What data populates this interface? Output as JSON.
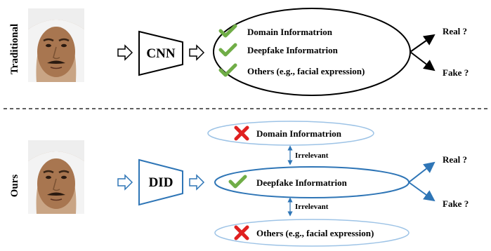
{
  "top": {
    "section_label": "Traditional",
    "network_label": "CNN",
    "items": [
      {
        "text": "Domain Informatrion",
        "mark": "check"
      },
      {
        "text": "Deepfake Informatrion",
        "mark": "check"
      },
      {
        "text": "Others (e.g., facial expression)",
        "mark": "check"
      }
    ],
    "outputs": {
      "real": "Real ?",
      "fake": "Fake ?"
    }
  },
  "bottom": {
    "section_label": "Ours",
    "network_label": "DID",
    "items": [
      {
        "text": "Domain Informatrion",
        "mark": "cross"
      },
      {
        "text": "Deepfake Informatrion",
        "mark": "check"
      },
      {
        "text": "Others (e.g., facial expression)",
        "mark": "cross"
      }
    ],
    "relation_labels": [
      "Irrelevant",
      "Irrelevant"
    ],
    "outputs": {
      "real": "Real ?",
      "fake": "Fake ?"
    }
  },
  "colors": {
    "accent_blue": "#2E75B6",
    "ellipse_light": "#9DC3E6",
    "check_green": "#70AD47",
    "cross_red": "#E02020"
  }
}
